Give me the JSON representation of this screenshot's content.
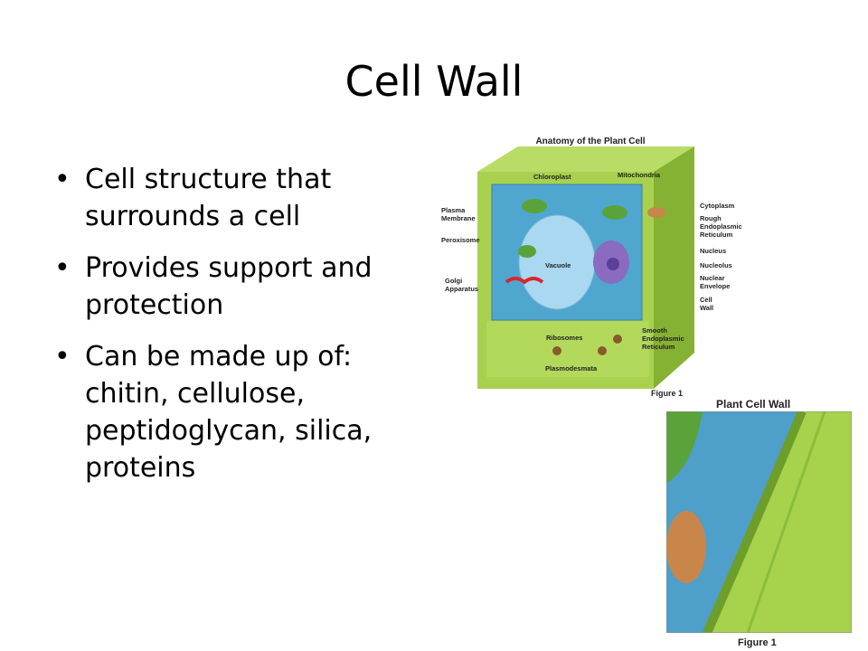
{
  "slide": {
    "title": "Cell Wall",
    "bullets": [
      {
        "text": "Cell structure that surrounds a cell"
      },
      {
        "text": "Provides support and protection"
      },
      {
        "text": "Can be made up of: chitin, cellulose, peptidoglycan, silica, proteins"
      }
    ]
  },
  "figure1": {
    "title": "Anatomy of the Plant Cell",
    "caption": "Figure 1",
    "labels": {
      "chloroplast": "Chloroplast",
      "mitochondria": "Mitochondria",
      "plasma_membrane_1": "Plasma",
      "plasma_membrane_2": "Membrane",
      "peroxisome": "Peroxisome",
      "golgi_1": "Golgi",
      "golgi_2": "Apparatus",
      "vacuole": "Vacuole",
      "ribosomes": "Ribosomes",
      "plasmodesmata": "Plasmodesmata",
      "cytoplasm": "Cytoplasm",
      "rough_er_1": "Rough",
      "rough_er_2": "Endoplasmic",
      "rough_er_3": "Reticulum",
      "nucleus": "Nucleus",
      "nucleolus": "Nucleolus",
      "nuclear_env_1": "Nuclear",
      "nuclear_env_2": "Envelope",
      "cell_wall_1": "Cell",
      "cell_wall_2": "Wall",
      "smooth_er_1": "Smooth",
      "smooth_er_2": "Endoplasmic",
      "smooth_er_3": "Reticulum"
    }
  },
  "figure2": {
    "title": "Plant Cell Wall",
    "caption": "Figure 1"
  },
  "colors": {
    "wall_green": "#9dcc45",
    "wall_dark": "#6f9a2a",
    "cytoplasm_blue": "#5fb3d6",
    "vacuole_blue": "#a9d8f0",
    "nucleus_purple": "#8a6bc0",
    "golgi_red": "#d9262b"
  }
}
